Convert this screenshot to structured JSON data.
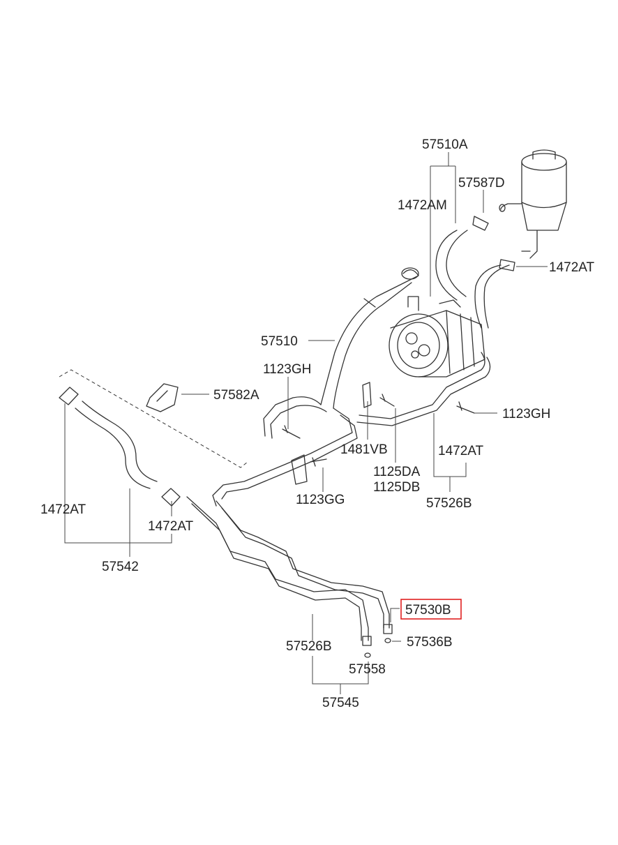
{
  "labels": {
    "l_57510A": "57510A",
    "l_57587D": "57587D",
    "l_1472AM": "1472AM",
    "l_1472AT_top": "1472AT",
    "l_57510": "57510",
    "l_1123GH_left": "1123GH",
    "l_57582A": "57582A",
    "l_1123GH_right": "1123GH",
    "l_1481VB": "1481VB",
    "l_1472AT_mid": "1472AT",
    "l_1125DA": "1125DA",
    "l_1125DB": "1125DB",
    "l_57526B_top": "57526B",
    "l_1123GG": "1123GG",
    "l_1472AT_left": "1472AT",
    "l_1472AT_clip": "1472AT",
    "l_57542": "57542",
    "l_57530B": "57530B",
    "l_57526B_bottom": "57526B",
    "l_57536B": "57536B",
    "l_57558": "57558",
    "l_57545": "57545"
  },
  "highlighted_part": "57530B",
  "colors": {
    "line": "#333333",
    "highlight": "#e02020"
  }
}
